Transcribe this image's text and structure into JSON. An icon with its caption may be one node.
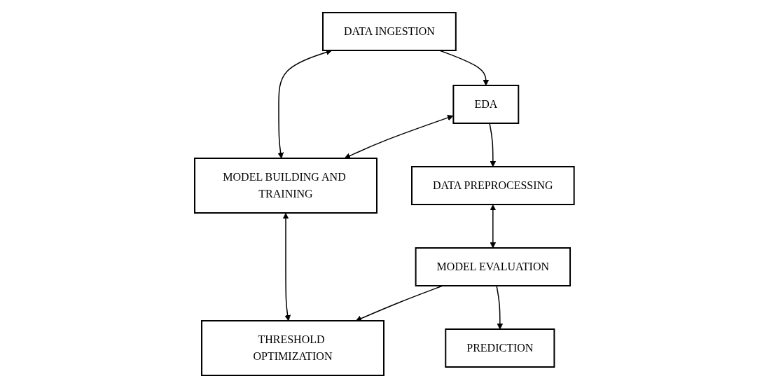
{
  "diagram": {
    "nodes": [
      {
        "text": [
          "DATA INGESTION"
        ]
      },
      {
        "text": [
          "EDA"
        ]
      },
      {
        "text": [
          "DATA PREPROCESSING"
        ]
      },
      {
        "text": [
          "MODEL BUILDING AND TRAINING"
        ]
      },
      {
        "text": [
          "MODEL EVALUATION"
        ]
      },
      {
        "text": [
          "THRESHOLD OPTIMIZATION"
        ]
      },
      {
        "text": [
          "PREDICTION"
        ]
      }
    ],
    "edges": [
      {
        "from": 0,
        "to": 1,
        "arrow": "to"
      },
      {
        "from": 1,
        "to": 2,
        "arrow": "to"
      },
      {
        "from": 0,
        "to": 3,
        "arrow": "both"
      },
      {
        "from": 1,
        "to": 3,
        "arrow": "both"
      },
      {
        "from": 2,
        "to": 4,
        "arrow": "both"
      },
      {
        "from": 3,
        "to": 5,
        "arrow": "both"
      },
      {
        "from": 4,
        "to": 5,
        "arrow": "to"
      },
      {
        "from": 4,
        "to": 6,
        "arrow": "to"
      }
    ]
  }
}
